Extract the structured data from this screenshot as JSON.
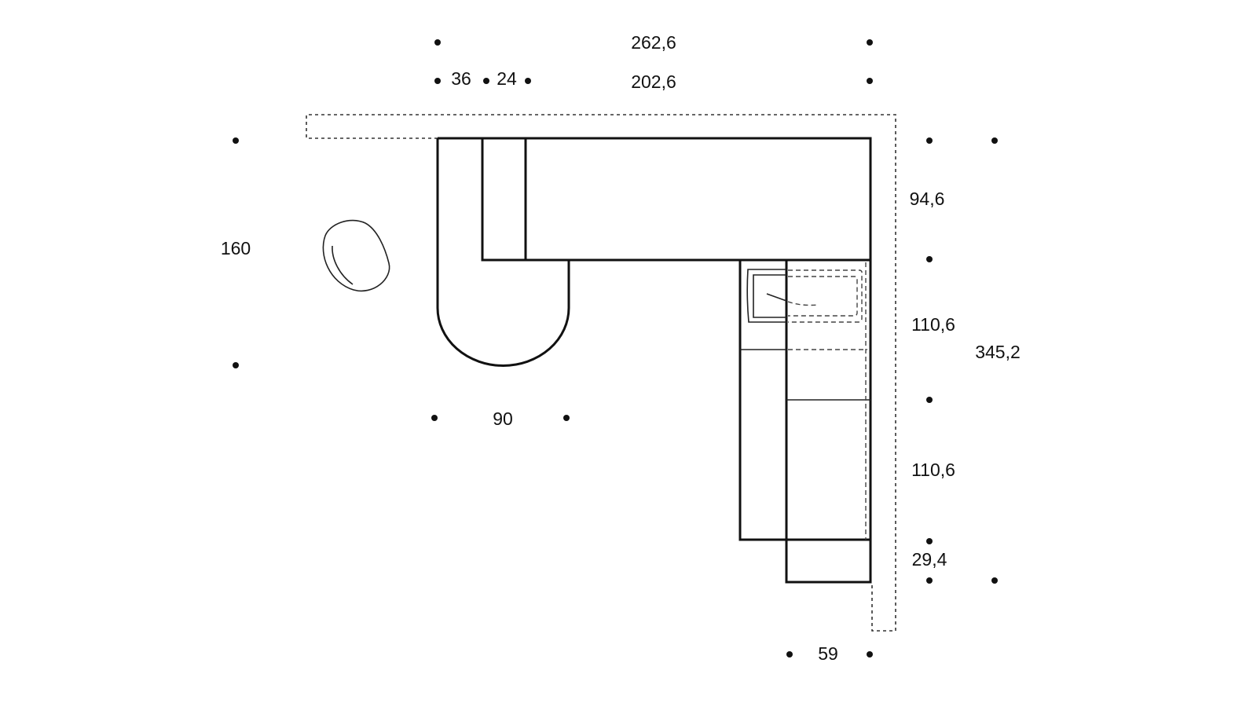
{
  "dimensions": {
    "overall_width": "262,6",
    "desk_width": "202,6",
    "left_segment_a": "36",
    "left_segment_b": "24",
    "desk_depth": "94,6",
    "total_depth_left": "160",
    "module_1_length": "110,6",
    "module_2_length": "110,6",
    "total_length_right": "345,2",
    "end_module_length": "29,4",
    "round_end_width": "90",
    "module_width": "59"
  },
  "colors": {
    "line": "#111111",
    "background": "#ffffff"
  }
}
